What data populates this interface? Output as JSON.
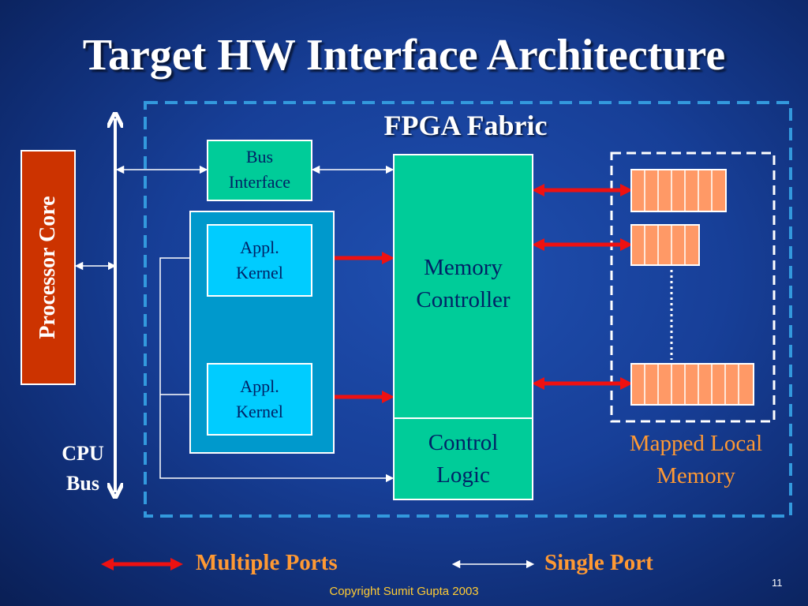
{
  "slide": {
    "title": "Target HW Interface Architecture",
    "number": "11",
    "copyright": "Copyright Sumit Gupta 2003"
  },
  "fpga": {
    "label": "FPGA Fabric"
  },
  "processor": {
    "label": "Processor Core"
  },
  "cpu_bus": {
    "line1": "CPU",
    "line2": "Bus"
  },
  "bus_interface": {
    "line1": "Bus",
    "line2": "Interface"
  },
  "kernels": [
    {
      "line1": "Appl.",
      "line2": "Kernel"
    },
    {
      "line1": "Appl.",
      "line2": "Kernel"
    }
  ],
  "memory_controller": {
    "line1": "Memory",
    "line2": "Controller"
  },
  "control_logic": {
    "line1": "Control",
    "line2": "Logic"
  },
  "mapped_memory": {
    "line1": "Mapped Local",
    "line2": "Memory"
  },
  "legend": {
    "multiple": "Multiple Ports",
    "single": "Single Port"
  },
  "colors": {
    "processor": "#cc3300",
    "block_green": "#00cc99",
    "kernel_cyan": "#00ccff",
    "kernel_container": "#0099cc",
    "memory_cell": "#ff9966",
    "multi_port_arrow": "#ee1111",
    "orange_text": "#ff9933"
  }
}
